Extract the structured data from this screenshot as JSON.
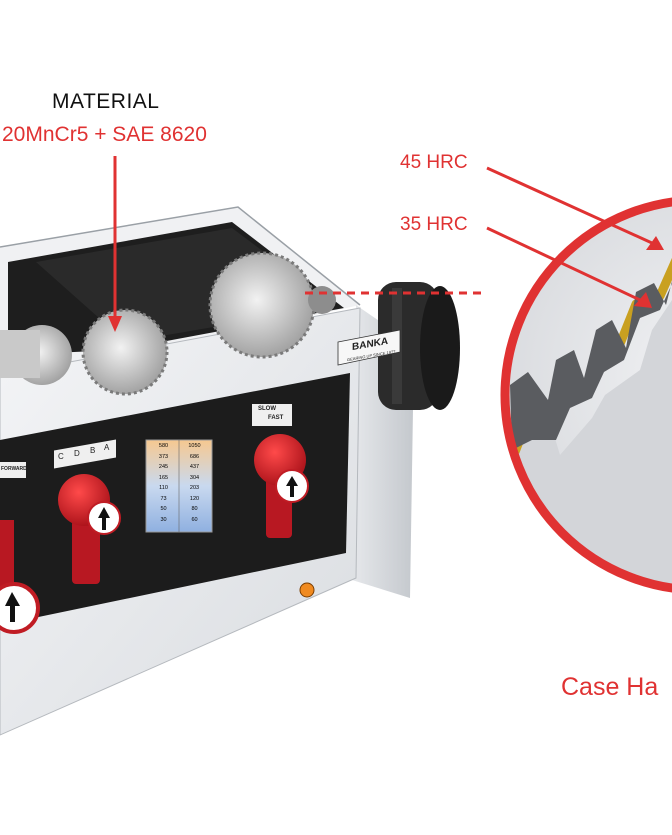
{
  "annotations": {
    "material_title": "MATERIAL",
    "material_spec": "20MnCr5 + SAE 8620",
    "hardness_outer": "45 HRC",
    "hardness_core": "35 HRC",
    "caption_partial": "Case Ha"
  },
  "gearbox": {
    "brand": "BANKA",
    "brand_tagline": "GEARING UP SINCE 19??",
    "selector_letters": [
      "C",
      "D",
      "B",
      "A"
    ],
    "speed_labels": {
      "slow": "SLOW",
      "fast": "FAST"
    },
    "direction_label": "FORWARD",
    "speed_table": {
      "rows": [
        [
          "580",
          "1050"
        ],
        [
          "373",
          "686"
        ],
        [
          "245",
          "437"
        ],
        [
          "165",
          "304"
        ],
        [
          "110",
          "203"
        ],
        [
          "73",
          "120"
        ],
        [
          "50",
          "80"
        ],
        [
          "30",
          "60"
        ]
      ]
    }
  },
  "colors": {
    "accent_red": "#e03232",
    "knob_red": "#d8202a",
    "panel_black": "#1c1c1c",
    "case_coating": "#c9a020"
  }
}
